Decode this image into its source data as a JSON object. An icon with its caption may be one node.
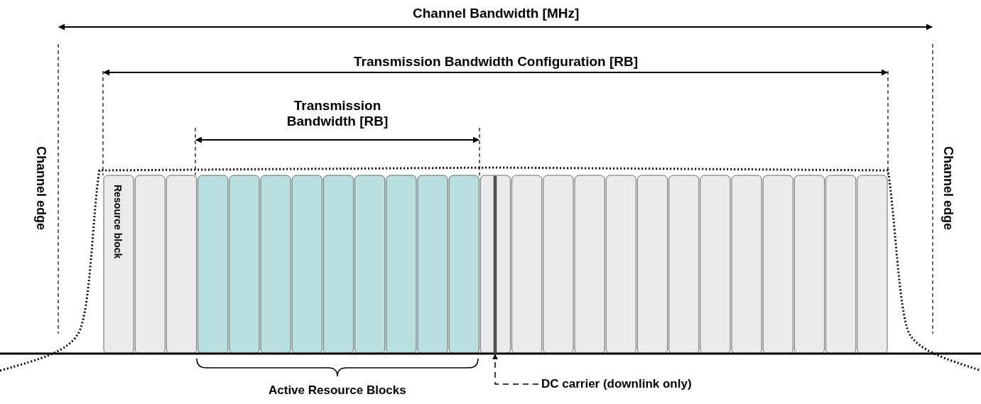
{
  "diagram": {
    "nodes": [
      {
        "text": [
          "DC carrier (downlink only)"
        ]
      },
      {
        "text": [],
        "shape": "bar"
      }
    ],
    "edges": [
      {
        "from": 0,
        "to": 1,
        "arrow": "to",
        "style": "dashed"
      }
    ],
    "labels": [
      "Channel Bandwidth [MHz]",
      "Transmission Bandwidth Configuration [RB]",
      "Transmission Bandwidth [RB]",
      "Channel edge",
      "Resource block",
      "Channel edge",
      "Active Resource Blocks"
    ]
  }
}
